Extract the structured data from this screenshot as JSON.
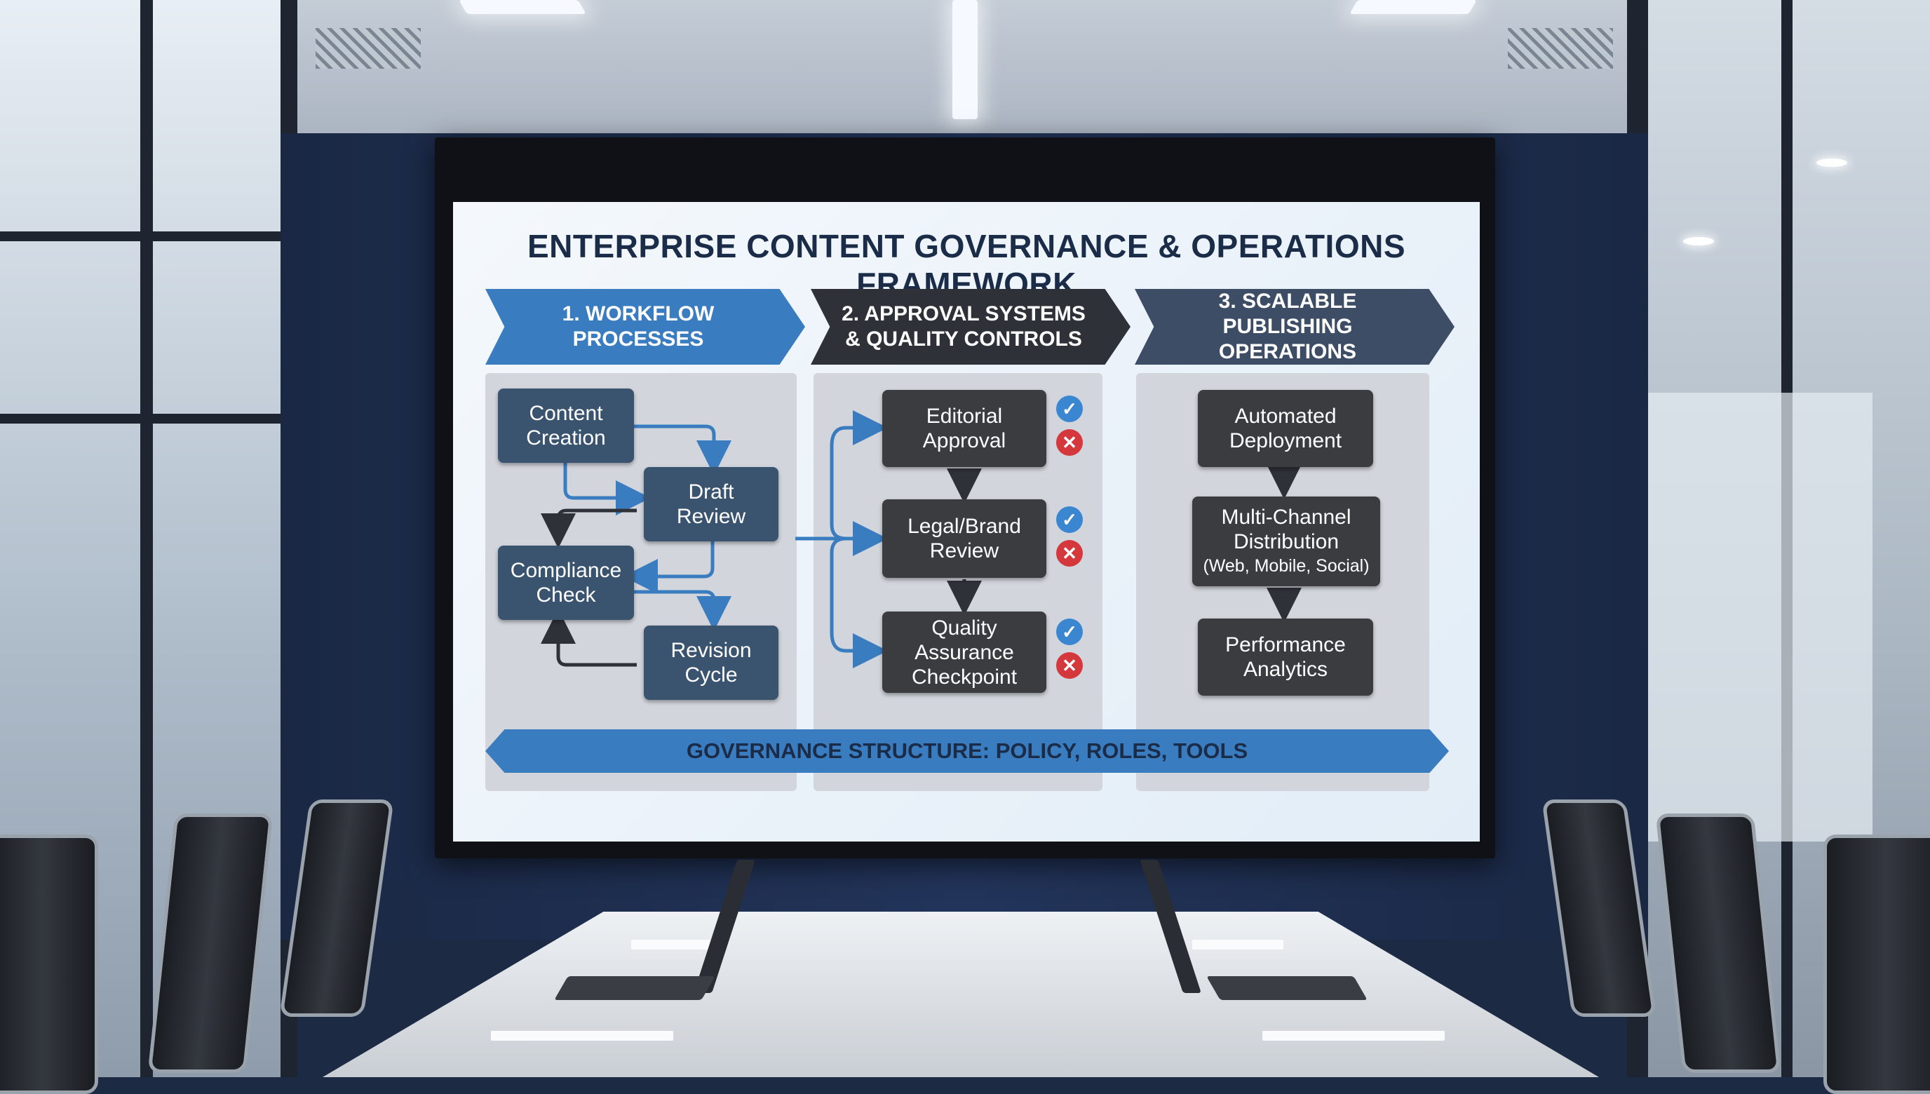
{
  "slide": {
    "title": "ENTERPRISE CONTENT GOVERNANCE & OPERATIONS FRAMEWORK",
    "sections": [
      {
        "label": "1. WORKFLOW\nPROCESSES"
      },
      {
        "label": "2. APPROVAL SYSTEMS\n& QUALITY CONTROLS"
      },
      {
        "label": "3. SCALABLE PUBLISHING\nOPERATIONS"
      }
    ],
    "workflow": {
      "content_creation": "Content\nCreation",
      "draft_review": "Draft\nReview",
      "compliance_check": "Compliance\nCheck",
      "revision_cycle": "Revision\nCycle"
    },
    "approval": {
      "editorial_approval": "Editorial\nApproval",
      "legal_brand_review": "Legal/Brand\nReview",
      "quality_assurance": "Quality\nAssurance\nCheckpoint",
      "approve_glyph": "✓",
      "reject_glyph": "✕"
    },
    "publishing": {
      "automated_deployment": "Automated\nDeployment",
      "multi_channel_title": "Multi-Channel\nDistribution",
      "multi_channel_sub": "(Web, Mobile, Social)",
      "performance_analytics": "Performance\nAnalytics"
    },
    "governance_bar": "GOVERNANCE STRUCTURE: POLICY, ROLES, TOOLS"
  },
  "colors": {
    "accent_blue": "#3a7cc0",
    "dark": "#2e3238",
    "slate": "#3d4d66",
    "approve": "#3b86d0",
    "reject": "#d4383c"
  },
  "icons": [
    "check-icon",
    "reject-icon"
  ]
}
